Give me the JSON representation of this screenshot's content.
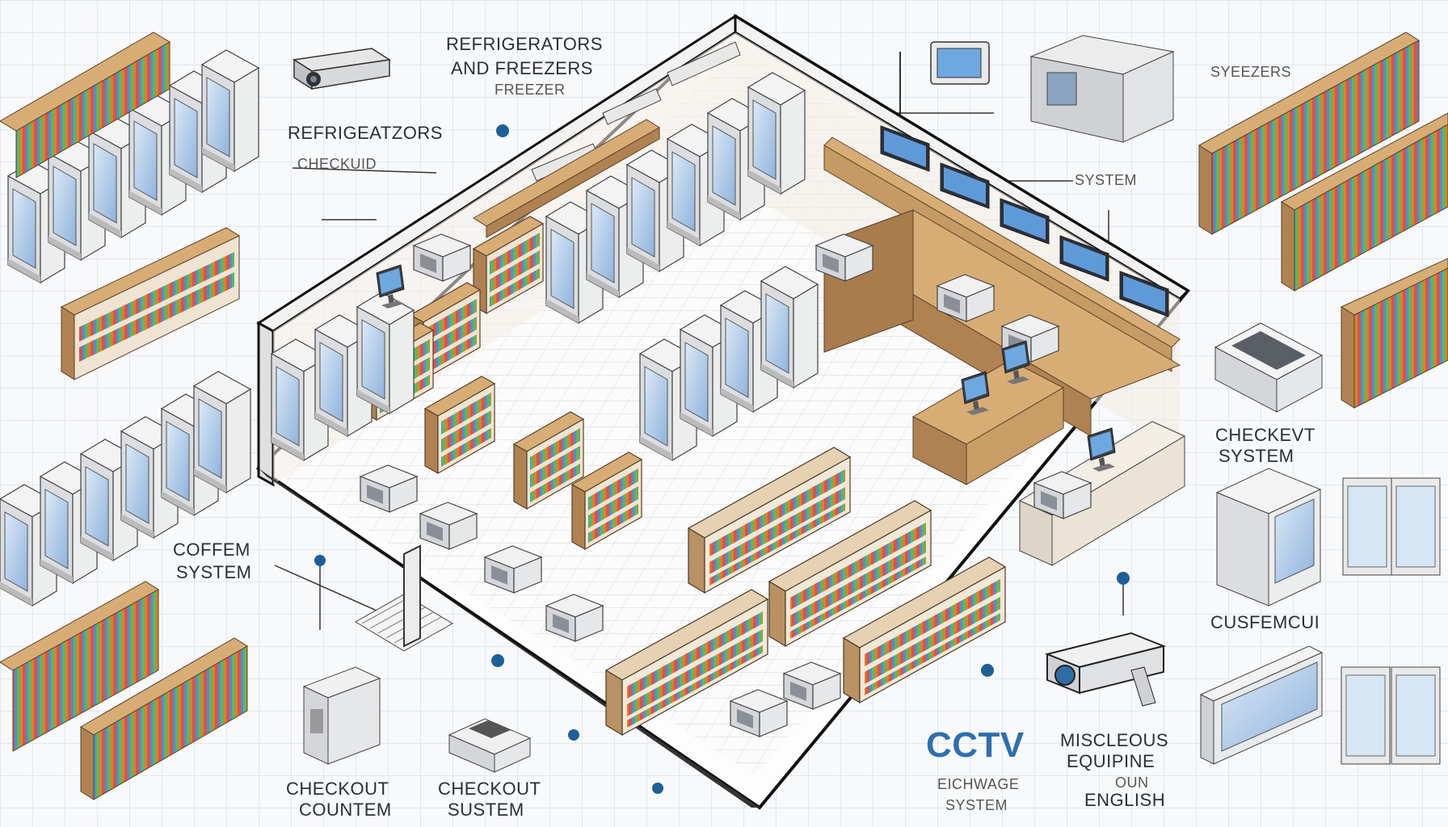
{
  "labels": {
    "refrigerators_title_1": "REFRIGERATORS",
    "refrigerators_title_2": "AND FREEZERS",
    "refrigerators_title_3": "FREEZER",
    "refrigerators_left": "REFRIGEATZORS",
    "checkout_top": "CHECKUID",
    "system_top": "SYSTEM",
    "syfeezers_1": "SYEEZERS",
    "coffee_1": "COFFEM",
    "coffee_2": "SYSTEM",
    "checkout_counter_1": "CHECKOUT",
    "checkout_counter_2": "COUNTEM",
    "checkout_system_1": "CHECKOUT",
    "checkout_system_2": "SUSTEM",
    "cctv": "CCTV",
    "cctv_sub_1": "EICHWAGE",
    "cctv_sub_2": "SYSTEM",
    "misc_1": "MISCLEOUS",
    "misc_2": "EQUIPINE",
    "misc_3": "OUN",
    "misc_4": "ENGLISH",
    "checkout_right_1": "CHECKEVT",
    "checkout_right_2": "SYSTEM",
    "customer_right": "CUSFEMCUI"
  },
  "colors": {
    "wood": "#c79a63",
    "wood_dark": "#9c7245",
    "appliance": "#e9eaec",
    "glass": "#a9c6e6",
    "accent_blue": "#2f6fb0",
    "outline": "#2a2a2a"
  }
}
